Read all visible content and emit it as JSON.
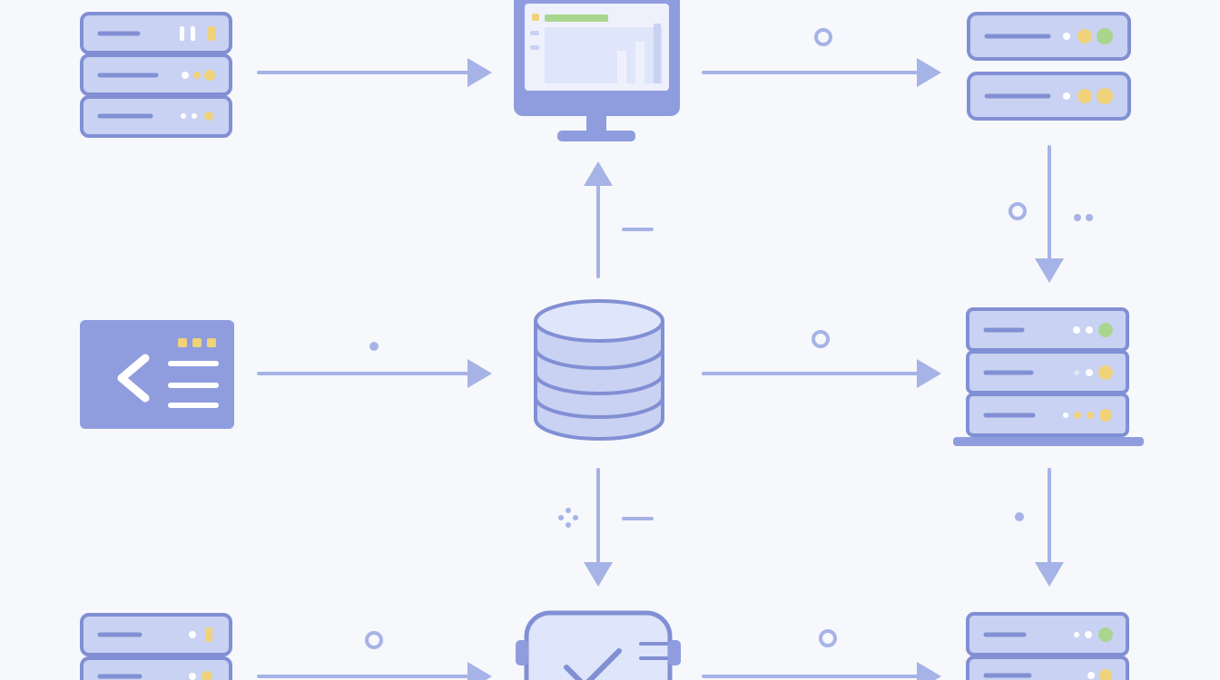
{
  "colors": {
    "background": "#f7f8fb",
    "stroke": "#8190d4",
    "fill": "#c9d2f2",
    "fill_light": "#dfe5fa",
    "arrow": "#a6b3e6",
    "accent_yellow": "#efd27a",
    "accent_green": "#a9d68f",
    "accent_white": "#ffffff",
    "panel": "#8f9ddf",
    "screen": "#eef1fc"
  },
  "diagram": {
    "nodes": [
      {
        "name": "server-top-left",
        "icon": "server-rack-icon"
      },
      {
        "name": "monitor-dashboard",
        "icon": "monitor-chart-icon"
      },
      {
        "name": "server-top-right",
        "icon": "server-rack-icon"
      },
      {
        "name": "code-panel",
        "icon": "code-back-icon"
      },
      {
        "name": "database",
        "icon": "database-icon"
      },
      {
        "name": "server-middle-right",
        "icon": "server-rack-icon"
      },
      {
        "name": "server-bottom-left",
        "icon": "server-rack-icon"
      },
      {
        "name": "check-device",
        "icon": "check-device-icon"
      },
      {
        "name": "server-bottom-right",
        "icon": "server-rack-icon"
      }
    ],
    "connections": [
      {
        "from": "server-top-left",
        "to": "monitor-dashboard"
      },
      {
        "from": "monitor-dashboard",
        "to": "server-top-right"
      },
      {
        "from": "server-top-right",
        "to": "server-middle-right"
      },
      {
        "from": "code-panel",
        "to": "database"
      },
      {
        "from": "database",
        "to": "monitor-dashboard"
      },
      {
        "from": "database",
        "to": "server-middle-right"
      },
      {
        "from": "database",
        "to": "check-device"
      },
      {
        "from": "server-middle-right",
        "to": "server-bottom-right"
      },
      {
        "from": "server-bottom-left",
        "to": "check-device"
      },
      {
        "from": "check-device",
        "to": "server-bottom-right"
      }
    ]
  }
}
